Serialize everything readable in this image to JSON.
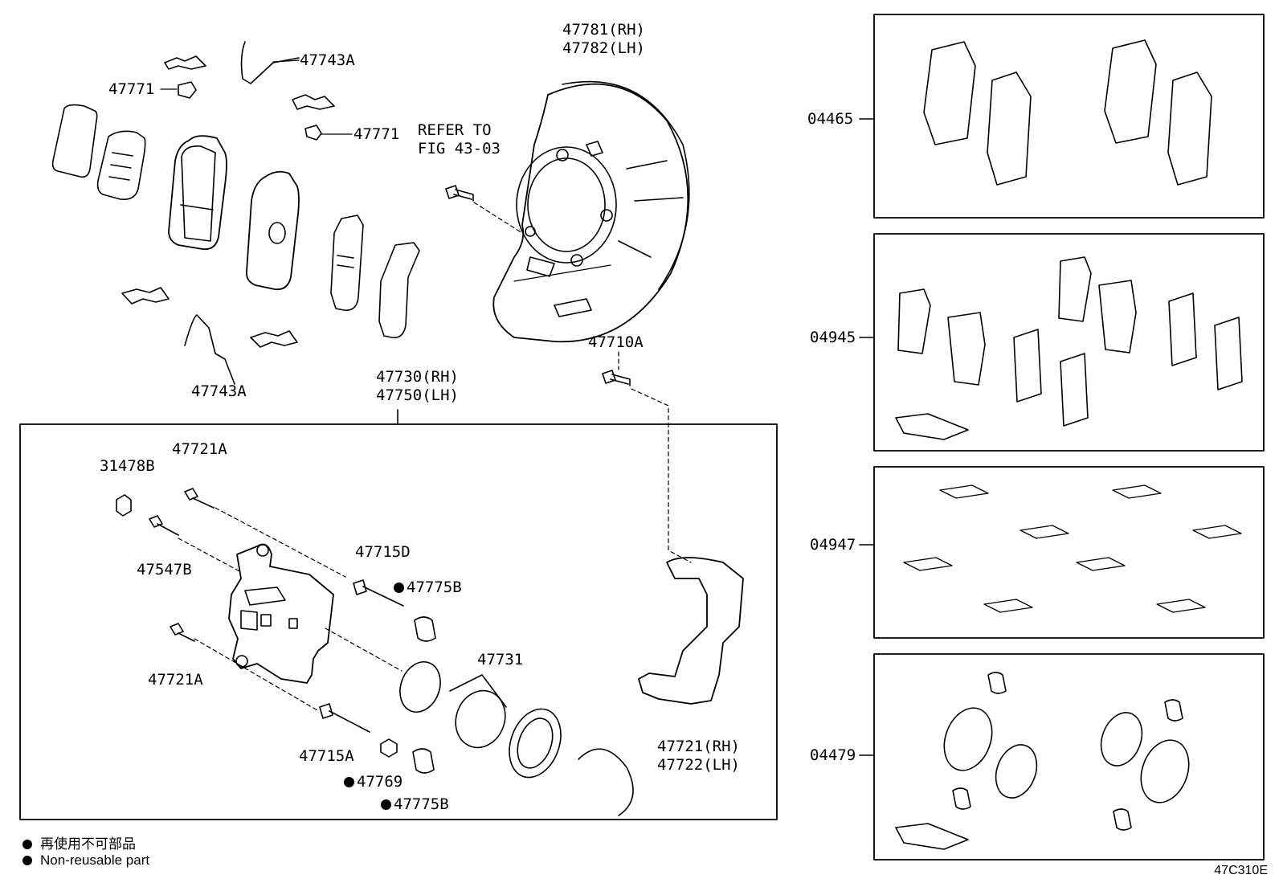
{
  "diagram": {
    "code": "47C310E",
    "labels": {
      "shield_rh": "47781(RH)",
      "shield_lh": "47782(LH)",
      "refer_line1": "REFER TO",
      "refer_line2": "FIG 43-03",
      "spring_top": "47743A",
      "clip_top": "47771",
      "clip_mid": "47771",
      "spring_bottom": "47743A",
      "bolt_shield": "47710A",
      "caliper_rh": "47730(RH)",
      "caliper_lh": "47750(LH)",
      "cap": "31478B",
      "bolt_upper": "47721A",
      "bleeder": "47547B",
      "pin_d": "47715D",
      "boot_upper": "47775B",
      "piston": "47731",
      "bolt_lower": "47721A",
      "pin_a": "47715A",
      "bushing": "47769",
      "boot_lower": "47775B",
      "mount_rh": "47721(RH)",
      "mount_lh": "47722(LH)"
    },
    "kits": [
      {
        "number": "04465"
      },
      {
        "number": "04945"
      },
      {
        "number": "04947"
      },
      {
        "number": "04479"
      }
    ],
    "legend": {
      "line_jp": "再使用不可部品",
      "line_en": "Non-reusable part"
    }
  }
}
